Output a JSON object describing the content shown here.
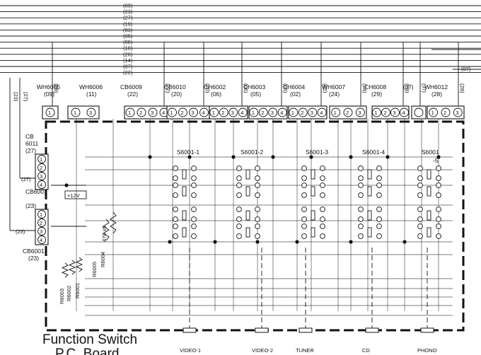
{
  "title_line1": "Function Switch",
  "title_line2": "P.C. Board",
  "bus_labels": [
    "(09)",
    "(23)",
    "(27)",
    "(19)",
    "(03)",
    "(05)",
    "(06)",
    "(10)",
    "(20)",
    "(14)",
    "(07)",
    "(22)"
  ],
  "bus_label_far_right": "(07)",
  "left_wire_labels": [
    "(23)",
    "(27)"
  ],
  "connectors": [
    {
      "name": "WH6005",
      "code": "(09)",
      "pins": [
        "1"
      ],
      "wire": "(09)"
    },
    {
      "name": "WH6006",
      "code": "(11)",
      "pins": [
        "1",
        "3"
      ]
    },
    {
      "name": "CB6009",
      "code": "(22)",
      "pins": [
        "1",
        "2",
        "3",
        "4"
      ],
      "wire": "(22)"
    },
    {
      "name": "CB6010",
      "code": "(20)",
      "pins": [
        "1",
        "2",
        "3",
        "4"
      ],
      "wire": "(20)"
    },
    {
      "name": "CH6002",
      "code": "(06)",
      "pins": [
        "1",
        "2",
        "3",
        "4"
      ],
      "wire": "(06)"
    },
    {
      "name": "CH6003",
      "code": "(05)",
      "pins": [
        "1",
        "2",
        "3",
        "4"
      ],
      "wire": "(05)"
    },
    {
      "name": "CH6004",
      "code": "(02)",
      "pins": [
        "1",
        "2",
        "3",
        "4"
      ],
      "wire": "(02)"
    },
    {
      "name": "WH6007",
      "code": "(24)",
      "pins": [
        "1",
        "2",
        "3"
      ],
      "wire": "(24)"
    },
    {
      "name": "CH6008",
      "code": "(29)",
      "pins": [
        "1",
        "2",
        "3",
        "4"
      ],
      "wire": "(29)"
    },
    {
      "name": "(J7)",
      "code": "",
      "pins": [
        ""
      ],
      "wire": "(J7)"
    },
    {
      "name": "WH6012",
      "code": "(28)",
      "pins": [
        "1",
        "2",
        "3"
      ],
      "wire": "(28)"
    }
  ],
  "cb6011": {
    "name": "CB",
    "name2": "6011",
    "code": "(27)",
    "pins": [
      "1",
      "2",
      "3",
      "4"
    ],
    "wire": "(27)"
  },
  "cb6001": {
    "name": "CB6001",
    "code": "(23)",
    "pins": [
      "1",
      "2",
      "3",
      "4"
    ],
    "wire": "(23)"
  },
  "voltage": "+12V",
  "switches": [
    "S6001-1",
    "S6001-2",
    "S6001-3",
    "S6001-4",
    "S6001"
  ],
  "switch5_suffix": "-5",
  "resistors": [
    "R6005",
    "R6004",
    "R6003",
    "R6002",
    "R6001"
  ],
  "resistor_value": "470 x5",
  "buttons": [
    "VIDEO-1",
    "VIDEO-2",
    "TUNER",
    "CD",
    "PHONO"
  ]
}
